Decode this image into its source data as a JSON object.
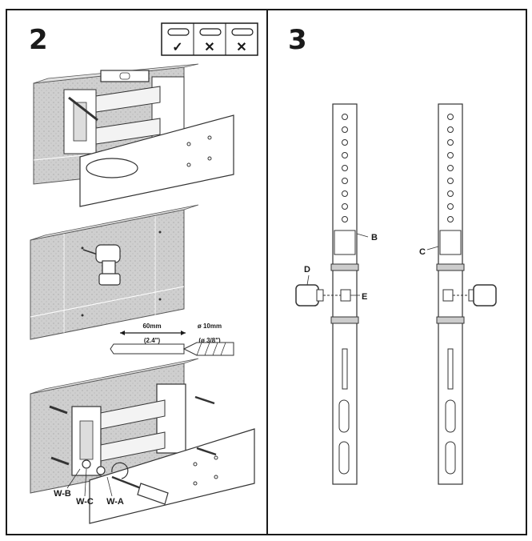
{
  "step2": {
    "number": "2"
  },
  "step3": {
    "number": "3"
  },
  "level_check": {
    "marks": [
      "✓",
      "✕",
      "✕"
    ]
  },
  "drill": {
    "depth_label": "60mm",
    "depth_inch": "(2.4\")",
    "diameter_label": "ø 10mm",
    "diameter_inch": "(ø 3/8\")"
  },
  "bracket_labels": {
    "wb": "W-B",
    "wc": "W-C",
    "wa": "W-A"
  },
  "arm_labels": {
    "b": "B",
    "c": "C",
    "d": "D",
    "e": "E"
  }
}
